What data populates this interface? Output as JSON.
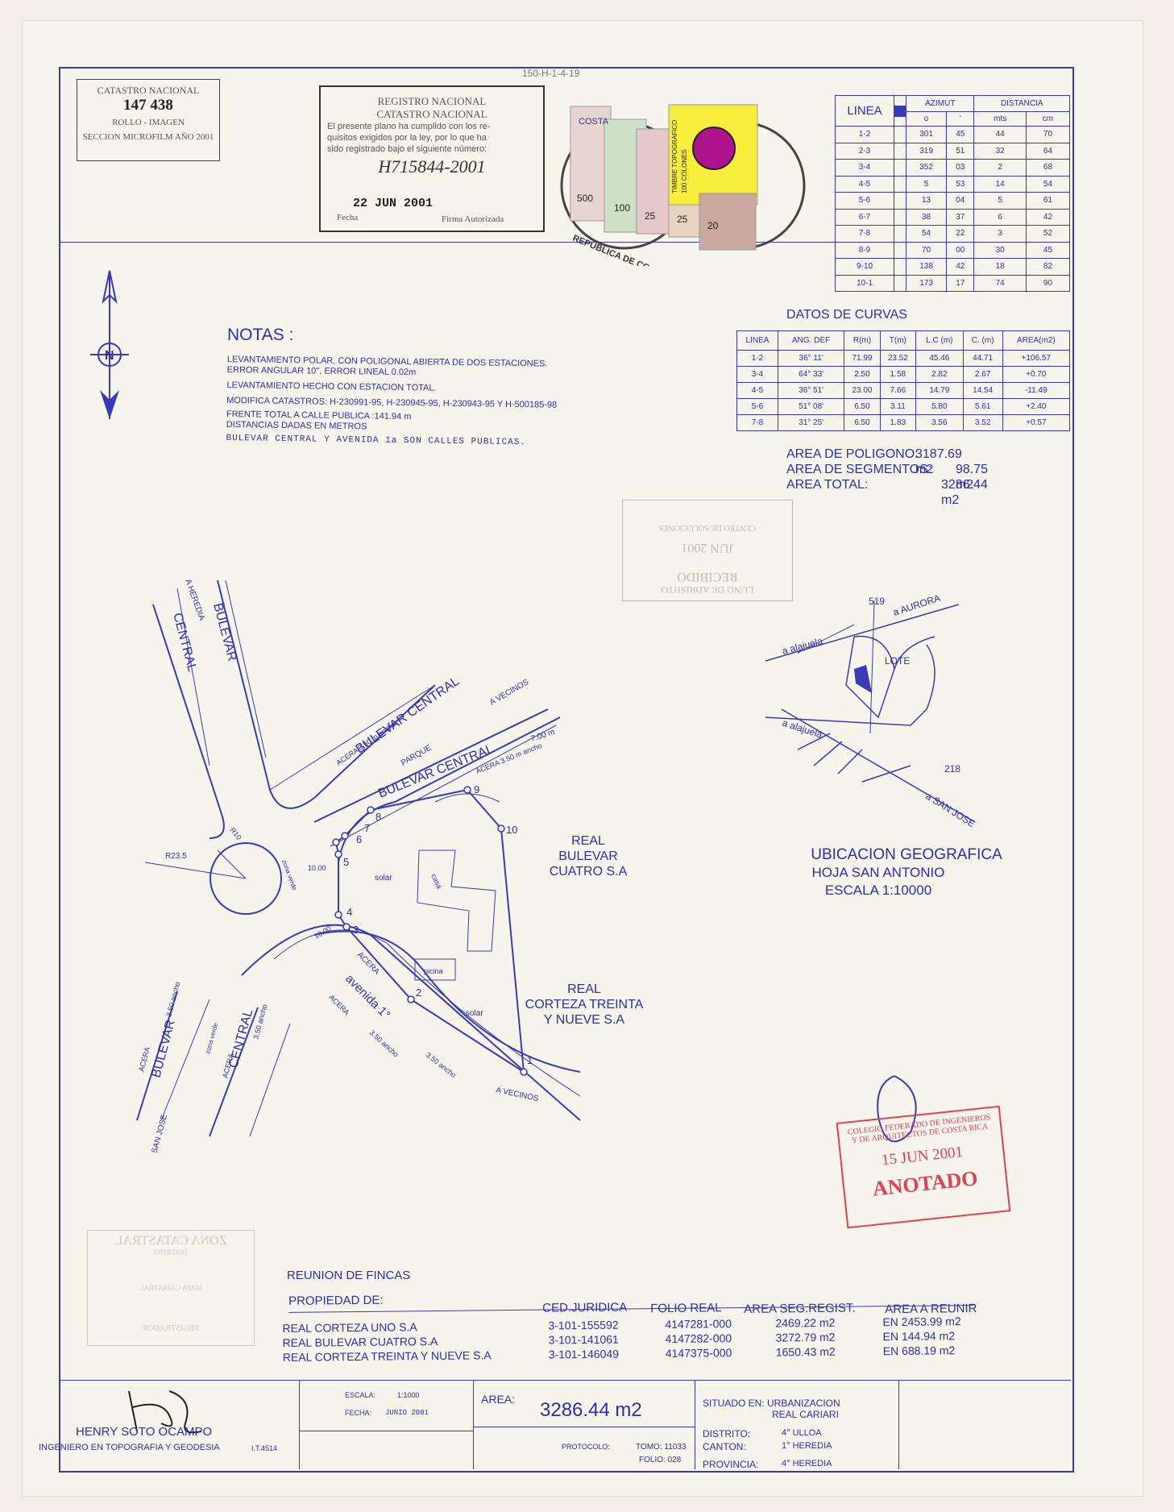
{
  "ref_number": "150-H-1-4-19",
  "catastro": {
    "title": "CATASTRO NACIONAL",
    "number": "147 438",
    "line2": "ROLLO - IMAGEN",
    "line3": "SECCION MICROFILM AÑO 2001"
  },
  "registro": {
    "title1": "REGISTRO NACIONAL",
    "title2": "CATASTRO NACIONAL",
    "text": [
      "El presente plano ha cumplido con los re-",
      "quisitos exigidos por la ley, por lo que ha",
      "sido registrado bajo el siguiente número:"
    ],
    "number": "H715844-2001",
    "date": "22 JUN 2001",
    "fecha_label": "Fecha",
    "firma_label": "Firma Autorizada"
  },
  "stamps": {
    "values": [
      "500",
      "100",
      "25",
      "25",
      "20"
    ],
    "yellow_text": "TIMBRE TOPOGRAFICO",
    "yellow_value": "100 COLONES",
    "postmark": "REPUBLICA DE COSTA RICA",
    "brand": "COSTA"
  },
  "azimut_table": {
    "headers": {
      "linea": "LINEA",
      "azimut": "AZIMUT",
      "distancia": "DISTANCIA",
      "deg": "o",
      "min": "'",
      "mts": "mts",
      "cm": "cm"
    },
    "rows": [
      [
        "1-2",
        "301",
        "45",
        "44",
        "70"
      ],
      [
        "2-3",
        "319",
        "51",
        "32",
        "64"
      ],
      [
        "3-4",
        "352",
        "03",
        "2",
        "68"
      ],
      [
        "4-5",
        "5",
        "53",
        "14",
        "54"
      ],
      [
        "5-6",
        "13",
        "04",
        "5",
        "61"
      ],
      [
        "6-7",
        "38",
        "37",
        "6",
        "42"
      ],
      [
        "7-8",
        "54",
        "22",
        "3",
        "52"
      ],
      [
        "8-9",
        "70",
        "00",
        "30",
        "45"
      ],
      [
        "9-10",
        "138",
        "42",
        "18",
        "82"
      ],
      [
        "10-1",
        "173",
        "17",
        "74",
        "90"
      ]
    ]
  },
  "curvas": {
    "title": "DATOS DE CURVAS",
    "headers": [
      "LINEA",
      "ANG. DEF",
      "R(m)",
      "T(m)",
      "L.C (m)",
      "C. (m)",
      "AREA(m2)"
    ],
    "rows": [
      [
        "1-2",
        "36° 11'",
        "71.99",
        "23.52",
        "45.46",
        "44.71",
        "+106.57"
      ],
      [
        "3-4",
        "64° 33'",
        "2.50",
        "1.58",
        "2.82",
        "2.67",
        "+0.70"
      ],
      [
        "4-5",
        "36° 51'",
        "23.00",
        "7.66",
        "14.79",
        "14.54",
        "-11.49"
      ],
      [
        "5-6",
        "51° 08'",
        "6.50",
        "3.11",
        "5.80",
        "5.61",
        "+2.40"
      ],
      [
        "7-8",
        "31° 25'",
        "6.50",
        "1.83",
        "3.56",
        "3.52",
        "+0.57"
      ]
    ]
  },
  "areas": {
    "poligono_label": "AREA DE POLIGONO:",
    "poligono": "3187.69 m2",
    "segmentos_label": "AREA DE SEGMENTOS:",
    "segmentos": "98.75 m2",
    "total_label": "AREA TOTAL:",
    "total": "3286.44 m2"
  },
  "notas": {
    "title": "NOTAS :",
    "lines": [
      "LEVANTAMIENTO POLAR, CON POLIGONAL ABIERTA DE DOS ESTACIONES.",
      "ERROR ANGULAR 10\", ERROR LINEAL 0.02m",
      "LEVANTAMIENTO HECHO CON ESTACION TOTAL.",
      "MODIFICA CATASTROS: H-230991-95, H-230945-95,  H-230943-95 Y H-500185-98",
      "FRENTE TOTAL A CALLE PUBLICA :141.94 m",
      "DISTANCIAS DADAS EN METROS"
    ],
    "handwritten": "BULEVAR CENTRAL Y AVENIDA 1a SON CALLES PUBLICAS."
  },
  "north": "N",
  "faint_stamp": {
    "line1": "LUNO DE ADRISHTO",
    "line2": "RECIBIDO",
    "line3": "JUN 2001",
    "line4": "CENTRO DE SOLUCIONES"
  },
  "plan": {
    "a_heredia": "A HEREDIA",
    "bulevar": "BULEVAR",
    "central": "CENTRAL",
    "bulevar_central": "BULEVAR CENTRAL",
    "acera_350_ancho": "ACERA 3.50 m ancho",
    "parque": "PARQUE",
    "a_vecinos": "A VECINOS",
    "dim_700": "7.00 m",
    "r10": "R10",
    "r23": "R23.5",
    "zona_verde": "zona verde",
    "dim_1000": "10.00",
    "acera": "ACERA",
    "avenida": "avenida 1°",
    "ancho_350": "3.50 ancho",
    "a_san_jose": "A SAN JOSE",
    "solar": "solar",
    "casa": "casa",
    "picina": "picina",
    "points": [
      "1",
      "2",
      "3",
      "4",
      "5",
      "6",
      "7",
      "8",
      "9",
      "10"
    ],
    "real_bulevar": [
      "REAL",
      "BULEVAR",
      "CUATRO S.A"
    ],
    "real_corteza": [
      "REAL",
      "CORTEZA TREINTA",
      "Y NUEVE S.A"
    ]
  },
  "ubicacion": {
    "n519": "519",
    "aurora": "a AURORA",
    "alajuela1": "a alajuela",
    "alajuela2": "a alajuela",
    "lote": "LOTE",
    "n218": "218",
    "san_jose": "a SAN JOSE",
    "title": "UBICACION GEOGRAFICA",
    "hoja": "HOJA SAN ANTONIO",
    "escala": "ESCALA 1:10000"
  },
  "colegio": {
    "line1": "COLEGIO FEDERADO DE INGENIEROS",
    "line2": "Y DE ARQUITECTOS DE COSTA RICA",
    "date": "15 JUN 2001",
    "anotado": "ANOTADO"
  },
  "zona_catastral": {
    "title": "ZONA CATASTRAL",
    "sub": "DISTRITO",
    "sub2": "MAPA CATASTRAL",
    "foot": "REGISTRADOR"
  },
  "reunion": {
    "title": "REUNION DE FINCAS",
    "headers": {
      "propiedad": "PROPIEDAD DE:",
      "ced": "CED.JURIDICA",
      "folio": "FOLIO REAL",
      "area_seg": "AREA SEG.REGIST.",
      "area_reunir": "AREA A REUNIR"
    },
    "rows": [
      {
        "propiedad": "REAL CORTEZA UNO S.A",
        "ced": "3-101-155592",
        "folio": "4147281-000",
        "area_seg": "2469.22 m2",
        "area_reunir": "EN 2453.99 m2"
      },
      {
        "propiedad": "REAL BULEVAR CUATRO S.A",
        "ced": "3-101-141061",
        "folio": "4147282-000",
        "area_seg": "3272.79 m2",
        "area_reunir": "EN 144.94 m2"
      },
      {
        "propiedad": "REAL CORTEZA TREINTA Y NUEVE S.A",
        "ced": "3-101-146049",
        "folio": "4147375-000",
        "area_seg": "1650.43 m2",
        "area_reunir": "EN 688.19 m2"
      }
    ]
  },
  "title_block": {
    "name": "HENRY SOTO OCAMPO",
    "profession": "INGENIERO EN TOPOGRAFIA Y GEODESIA",
    "code": "I.T.4514",
    "escala_label": "ESCALA:",
    "escala": "1:1000",
    "fecha_label": "FECHA:",
    "fecha": "JUNIO 2001",
    "area_label": "AREA:",
    "area": "3286.44 m2",
    "protocolo_label": "PROTOCOLO:",
    "tomo": "TOMO: 11033",
    "folio": "FOLIO: 028",
    "situado_label": "SITUADO EN: URBANIZACION",
    "situado": "REAL CARIARI",
    "distrito_label": "DISTRITO:",
    "distrito": "4° ULLOA",
    "canton_label": "CANTON:",
    "canton": "1° HEREDIA",
    "provincia_label": "PROVINCIA:",
    "provincia": "4° HEREDIA"
  }
}
